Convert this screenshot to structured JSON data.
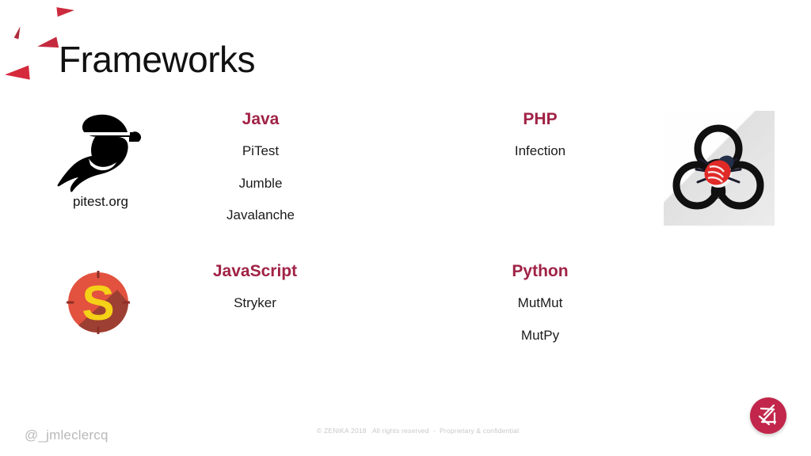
{
  "slide": {
    "title": "Frameworks",
    "accent_color": "#a02245",
    "decor_color": "#cc2b3d"
  },
  "columns": [
    {
      "id": "java",
      "heading": "Java",
      "tools": [
        "PiTest",
        "Jumble",
        "Javalanche"
      ],
      "logo": {
        "name": "pitest-logo",
        "caption": "pitest.org"
      }
    },
    {
      "id": "php",
      "heading": "PHP",
      "tools": [
        "Infection"
      ],
      "logo": {
        "name": "infection-logo",
        "caption": ""
      }
    },
    {
      "id": "javascript",
      "heading": "JavaScript",
      "tools": [
        "Stryker"
      ],
      "logo": {
        "name": "stryker-logo",
        "caption": ""
      }
    },
    {
      "id": "python",
      "heading": "Python",
      "tools": [
        "MutMut",
        "MutPy"
      ],
      "logo": {
        "name": "",
        "caption": ""
      }
    }
  ],
  "footer": {
    "handle": "@_jmleclercq",
    "copyright": "© ZENIKA 2018   All rights reserved  -  Proprietary & confidential",
    "brand_logo": "zenika-logo"
  }
}
